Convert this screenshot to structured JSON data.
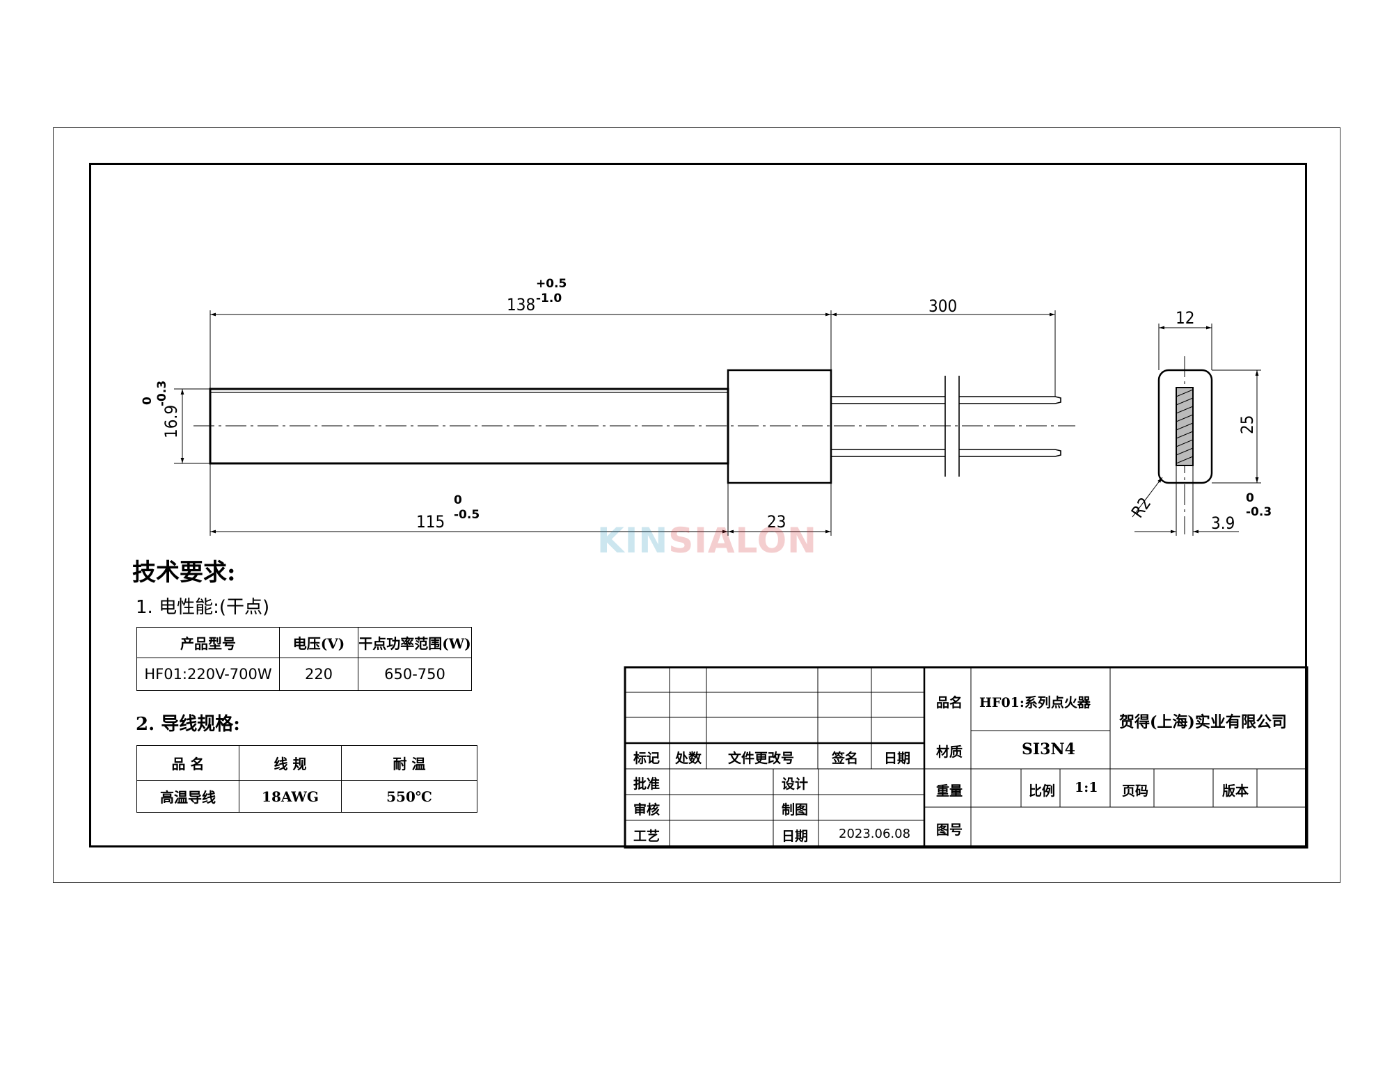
{
  "drawing": {
    "dimensions": {
      "overall_length": "138",
      "overall_length_tol_upper": "+0.5",
      "overall_length_tol_lower": "-1.0",
      "lead_length": "300",
      "rod_diameter": "16.9",
      "rod_diameter_tol_upper": "0",
      "rod_diameter_tol_lower": "-0.3",
      "rod_length": "115",
      "rod_length_tol_upper": "0",
      "rod_length_tol_lower": "-0.5",
      "head_length": "23",
      "end_width": "12",
      "end_height": "25",
      "corner_radius": "R2",
      "thickness": "3.9",
      "thickness_tol_upper": "0",
      "thickness_tol_lower": "-0.3"
    },
    "watermark": {
      "part_a": "KIN",
      "part_b": "SIALON"
    }
  },
  "requirements": {
    "heading": "技术要求:",
    "section1_title": "1. 电性能:(干点)",
    "section2_title": "2. 导线规格:",
    "electrical_table": {
      "headers": [
        "产品型号",
        "电压(V)",
        "干点功率范围(W)"
      ],
      "row": [
        "HF01:220V-700W",
        "220",
        "650-750"
      ]
    },
    "wire_table": {
      "headers": [
        "品 名",
        "线 规",
        "耐 温"
      ],
      "row": [
        "高温导线",
        "18AWG",
        "550℃"
      ]
    }
  },
  "title_block": {
    "rev_headers": [
      "标记",
      "处数",
      "文件更改号",
      "签名",
      "日期"
    ],
    "approve": "批准",
    "review": "审核",
    "process": "工艺",
    "design": "设计",
    "drafting": "制图",
    "date_label": "日期",
    "date_value": "2023.06.08",
    "product_name_label": "品名",
    "product_name": "HF01:系列点火器",
    "company": "贺得(上海)实业有限公司",
    "material_label": "材质",
    "material": "SI3N4",
    "weight_label": "重量",
    "scale_label": "比例",
    "scale": "1:1",
    "page_label": "页码",
    "version_label": "版本",
    "drawing_no_label": "图号"
  }
}
